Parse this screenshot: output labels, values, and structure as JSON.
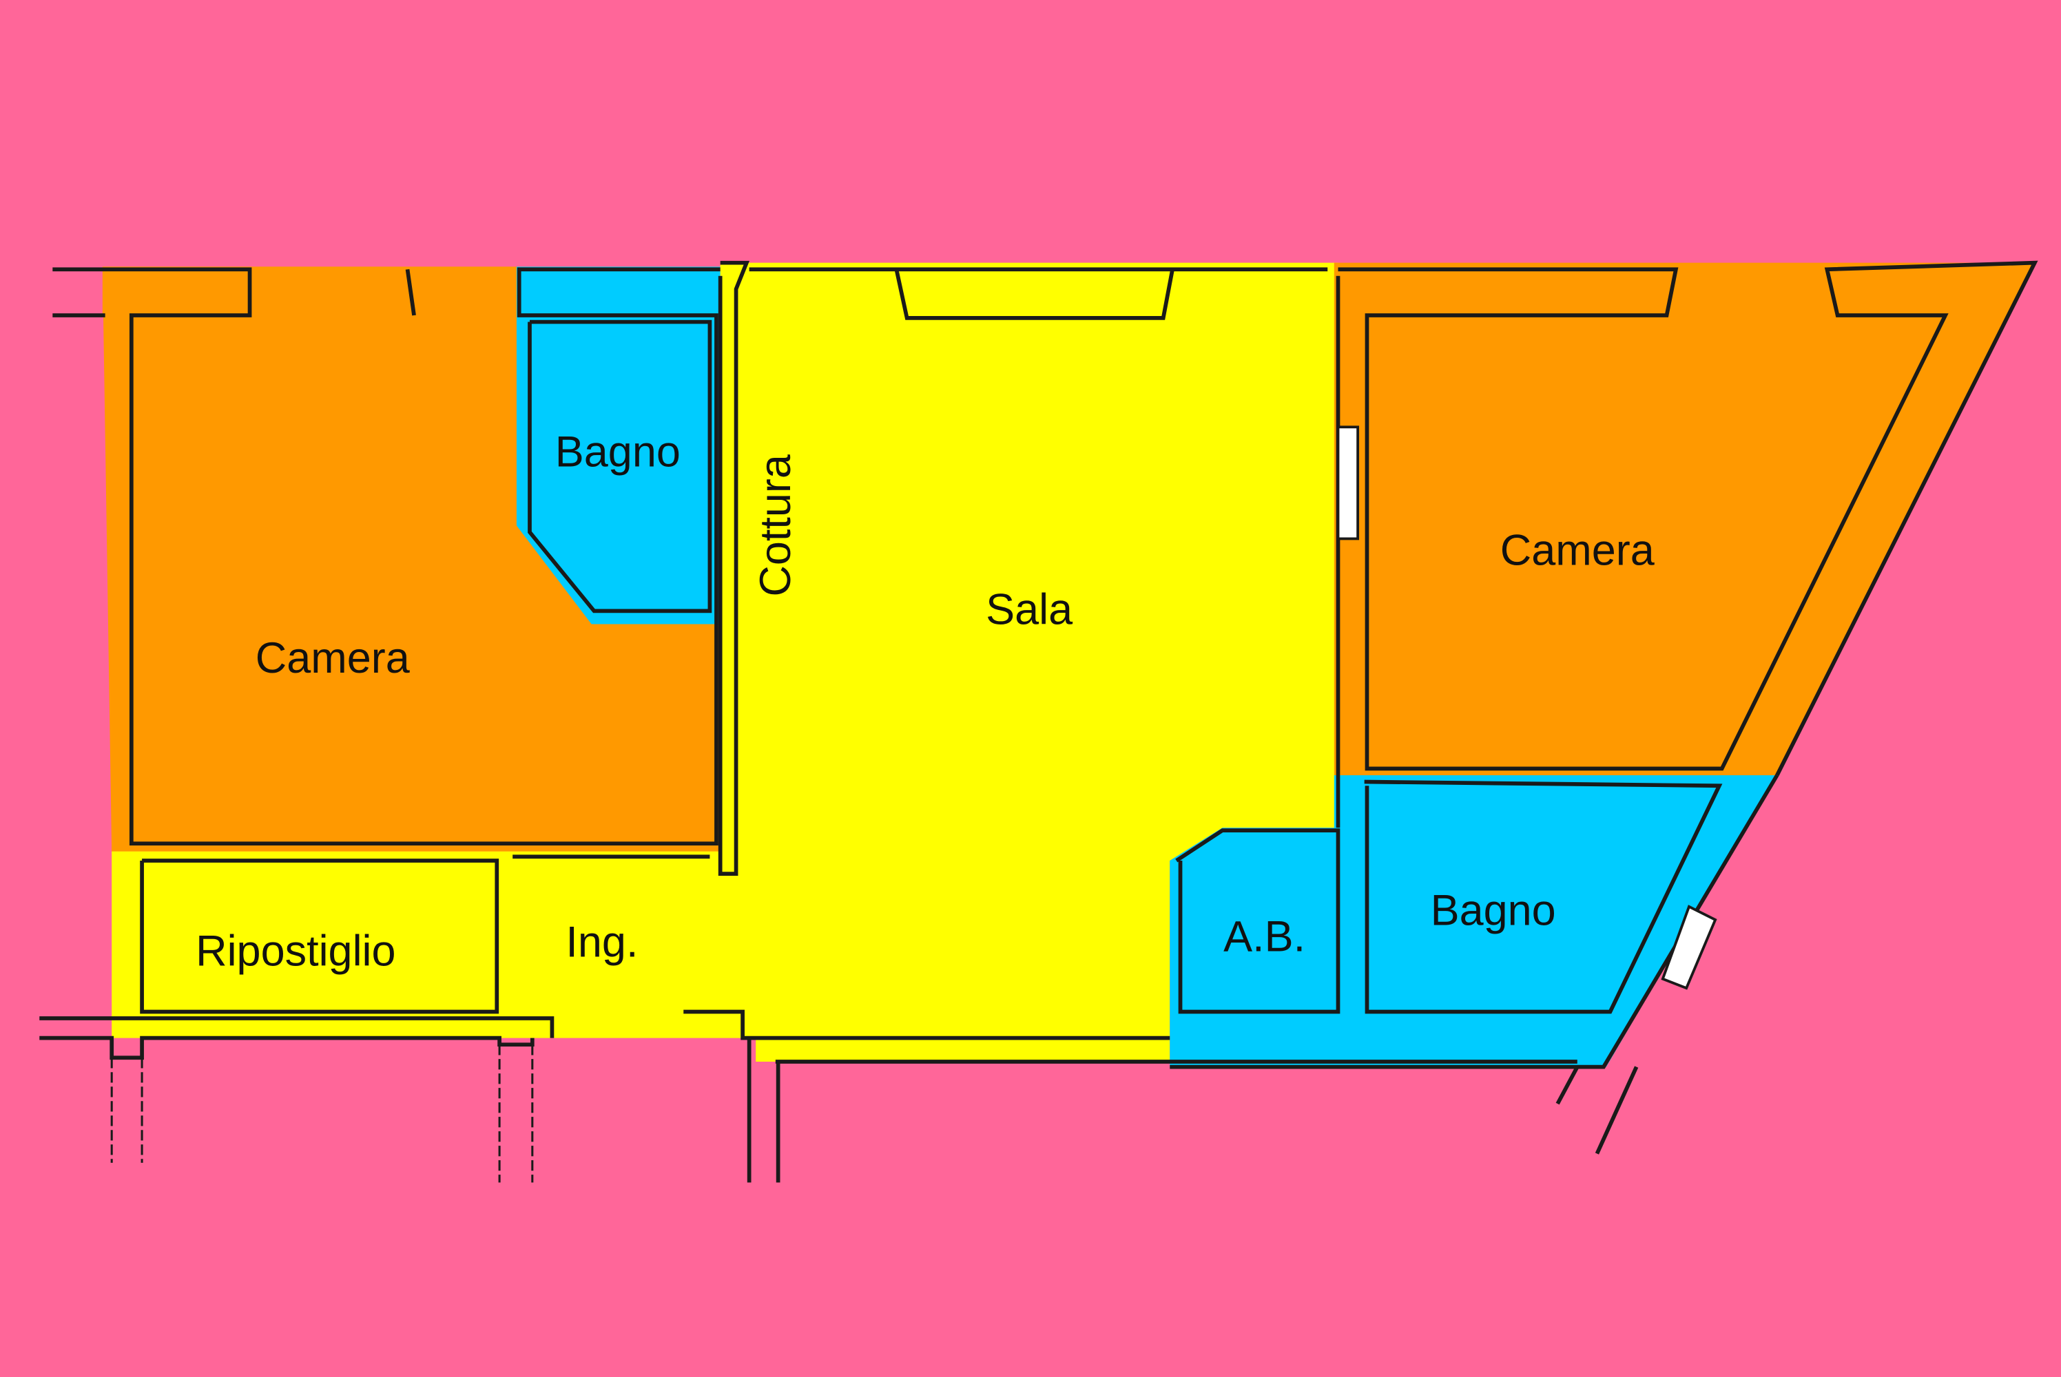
{
  "colors": {
    "background": "#FF6699",
    "camera": "#FF9900",
    "bagno": "#00CCFF",
    "living": "#FFFF00",
    "walls": "#1a1a1a"
  },
  "rooms": {
    "camera_left": "Camera",
    "bagno_left": "Bagno",
    "cottura": "Cottura",
    "sala": "Sala",
    "camera_right": "Camera",
    "ripostiglio": "Ripostiglio",
    "ingresso": "Ing.",
    "antibagno": "A.B.",
    "bagno_right": "Bagno"
  }
}
